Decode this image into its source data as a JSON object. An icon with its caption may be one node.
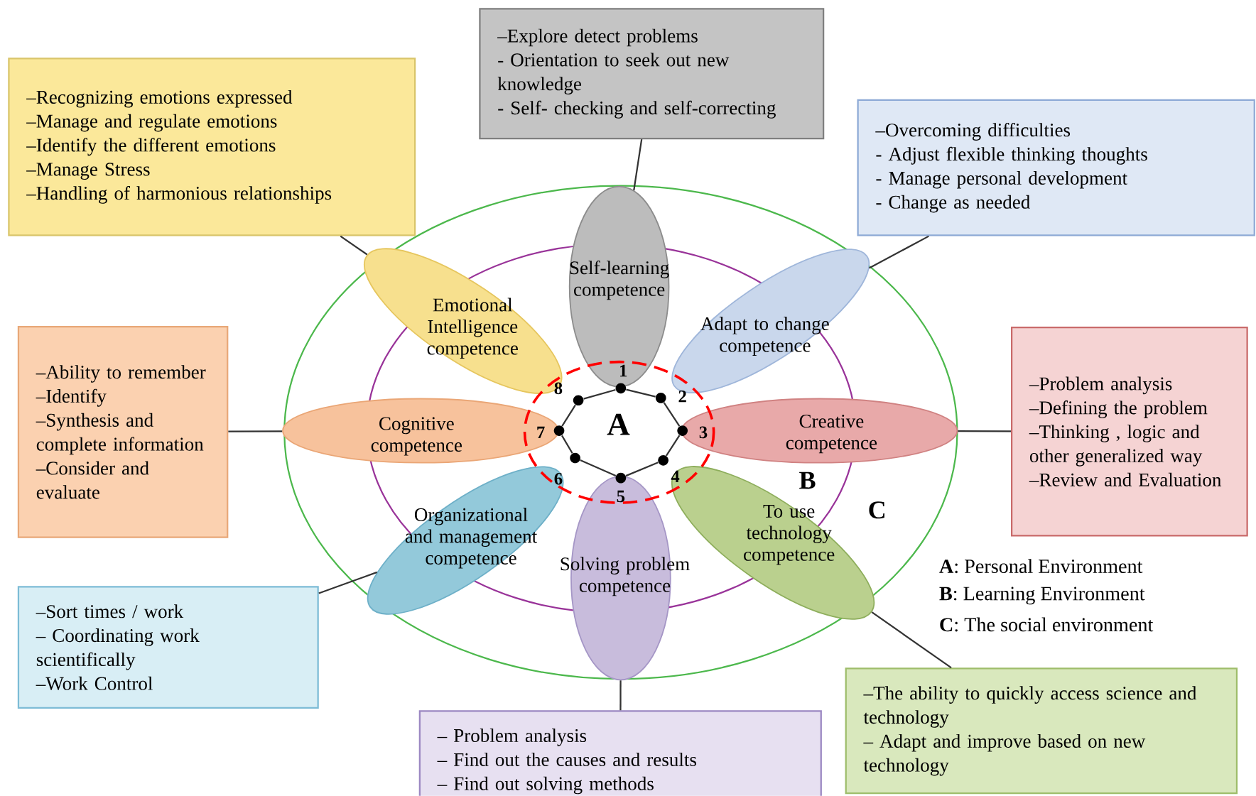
{
  "diagram": {
    "nodes": [
      {
        "text": [
          "–Recognizing emotions expressed",
          "–Manage and regulate emotions",
          "–Identify the different emotions",
          "–Manage Stress",
          "–Handling of harmonious relationships"
        ]
      },
      {
        "text": [
          "–Explore detect problems",
          "- Orientation to seek out new knowledge",
          "- Self- checking and self-correcting"
        ]
      },
      {
        "text": [
          "–Overcoming difficulties",
          "- Adjust flexible thinking thoughts",
          "- Manage personal development",
          "- Change as needed"
        ]
      },
      {
        "text": [
          "–Ability to remember",
          "–Identify",
          "–Synthesis and complete information",
          "–Consider and evaluate"
        ]
      },
      {
        "text": [
          "–Problem analysis",
          "–Defining the problem",
          "–Thinking , logic and other generalized way",
          "–Review and Evaluation"
        ]
      },
      {
        "text": [
          "–Sort times / work",
          "– Coordinating work scientifically",
          "–Work Control"
        ]
      },
      {
        "text": [
          "– Problem analysis",
          "– Find out the causes and results",
          "– Find out solving methods"
        ]
      },
      {
        "text": [
          "–The ability to quickly access science and technology",
          "– Adapt and improve based on new technology"
        ]
      },
      {
        "text": [
          "Emotional Intelligence competence"
        ]
      },
      {
        "text": [
          "Self-learning competence"
        ]
      },
      {
        "text": [
          "Adapt to change competence"
        ]
      },
      {
        "text": [
          "Cognitive competence"
        ]
      },
      {
        "text": [
          "Creative competence"
        ]
      },
      {
        "text": [
          "Organizational and management competence"
        ]
      },
      {
        "text": [
          "Solving problem competence"
        ]
      },
      {
        "text": [
          "To use technology competence"
        ]
      },
      {
        "text": [],
        "shape": "circle"
      },
      {
        "text": [],
        "shape": "circle"
      },
      {
        "text": [],
        "shape": "circle"
      },
      {
        "text": [],
        "shape": "circle"
      },
      {
        "text": [],
        "shape": "circle"
      },
      {
        "text": [],
        "shape": "circle"
      },
      {
        "text": [],
        "shape": "circle"
      },
      {
        "text": [],
        "shape": "circle"
      }
    ],
    "edges": [
      {
        "from": 0,
        "to": 8,
        "arrow": "none"
      },
      {
        "from": 1,
        "to": 9,
        "arrow": "none"
      },
      {
        "from": 2,
        "to": 10,
        "arrow": "none"
      },
      {
        "from": 3,
        "to": 11,
        "arrow": "none"
      },
      {
        "from": 4,
        "to": 12,
        "arrow": "none"
      },
      {
        "from": 5,
        "to": 13,
        "arrow": "none"
      },
      {
        "from": 6,
        "to": 14,
        "arrow": "none"
      },
      {
        "from": 7,
        "to": 15,
        "arrow": "none"
      },
      {
        "from": 16,
        "to": 17,
        "arrow": "none"
      },
      {
        "from": 17,
        "to": 18,
        "arrow": "none"
      },
      {
        "from": 18,
        "to": 19,
        "arrow": "none"
      },
      {
        "from": 19,
        "to": 20,
        "arrow": "none"
      },
      {
        "from": 20,
        "to": 21,
        "arrow": "none"
      },
      {
        "from": 21,
        "to": 22,
        "arrow": "none"
      },
      {
        "from": 22,
        "to": 23,
        "arrow": "none"
      },
      {
        "from": 23,
        "to": 16,
        "arrow": "none"
      }
    ],
    "labels": [
      "1",
      "2",
      "3",
      "4",
      "5",
      "6",
      "7",
      "8",
      "A",
      "B",
      "C",
      "**A**: Personal Environment",
      "**B**: Learning Environment",
      "**C**: The social environment"
    ]
  }
}
